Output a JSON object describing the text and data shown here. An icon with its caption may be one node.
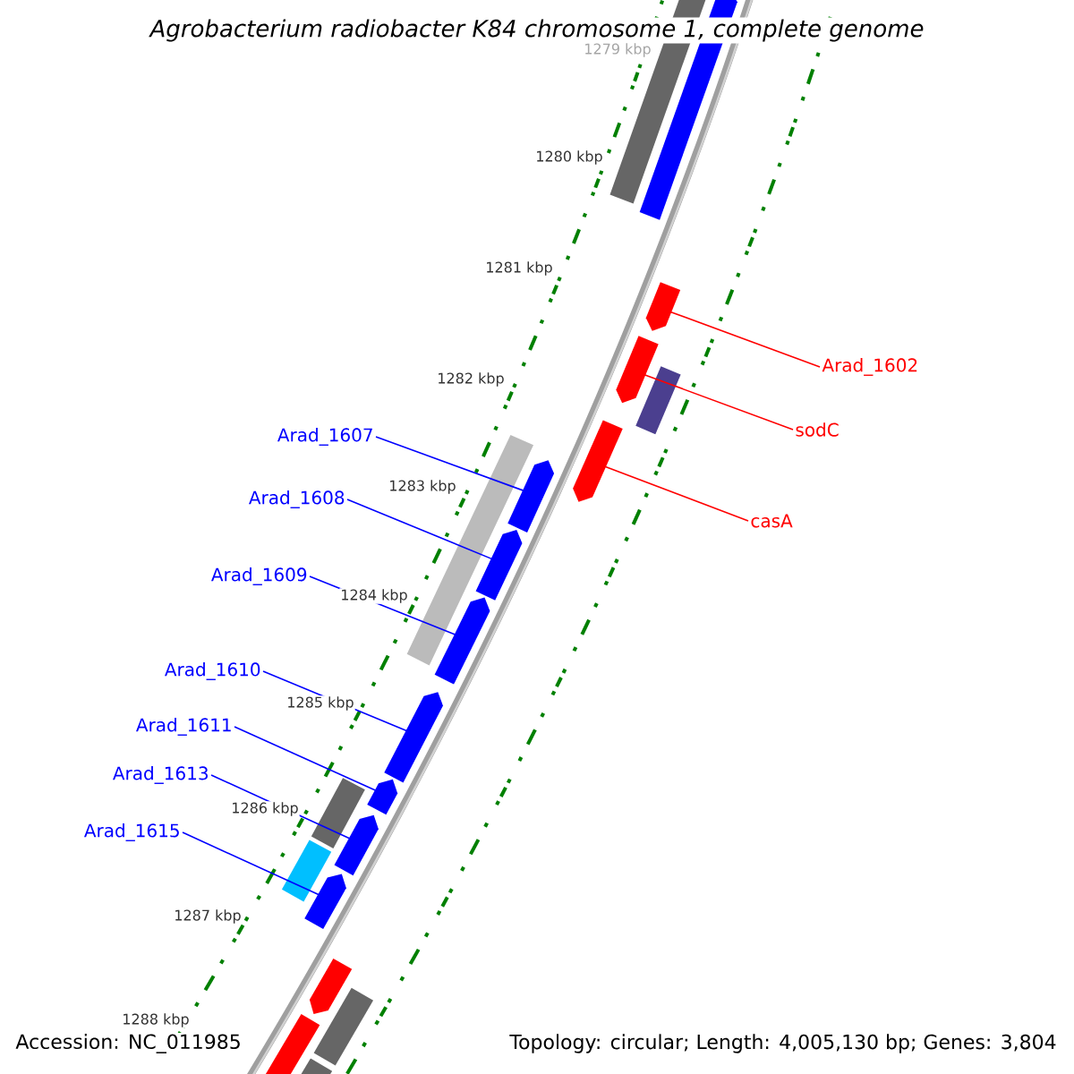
{
  "diagram": {
    "title": "Agrobacterium radiobacter K84 chromosome 1, complete genome",
    "nodes": [
      {
        "text": [
          "Arad_1602"
        ]
      },
      {
        "text": [
          "sodC"
        ]
      },
      {
        "text": [
          "Arad_1607"
        ]
      },
      {
        "text": [
          "Arad_1608"
        ]
      },
      {
        "text": [
          "casA"
        ]
      },
      {
        "text": [
          "Arad_1609"
        ]
      },
      {
        "text": [
          "Arad_1610"
        ]
      },
      {
        "text": [
          "Arad_1611"
        ]
      },
      {
        "text": [
          "Arad_1613"
        ]
      },
      {
        "text": [
          "Arad_1615"
        ]
      },
      {
        "text": [],
        "shape": "bar"
      },
      {
        "text": [],
        "shape": "pentagon"
      },
      {
        "text": [],
        "shape": "pentagon"
      },
      {
        "text": [],
        "shape": "pentagon"
      },
      {
        "text": [],
        "shape": "bar"
      },
      {
        "text": [],
        "shape": "pentagon"
      },
      {
        "text": [],
        "shape": "bar"
      },
      {
        "text": [],
        "shape": "pentagon"
      },
      {
        "text": [],
        "shape": "pentagon"
      },
      {
        "text": [],
        "shape": "pentagon"
      },
      {
        "text": [],
        "shape": "pentagon"
      },
      {
        "text": [],
        "shape": "pentagon"
      },
      {
        "text": [],
        "shape": "bar"
      },
      {
        "text": [],
        "shape": "pentagon"
      },
      {
        "text": [],
        "shape": "bar"
      },
      {
        "text": [],
        "shape": "pentagon"
      },
      {
        "text": [],
        "shape": "pentagon"
      },
      {
        "text": [],
        "shape": "bar"
      },
      {
        "text": [],
        "shape": "bar"
      },
      {
        "text": [],
        "shape": "bar"
      }
    ],
    "edges": [
      {
        "from": 0,
        "to": 12,
        "arrow": "none",
        "color": "#ff0000"
      },
      {
        "from": 1,
        "to": 13,
        "arrow": "none",
        "color": "#ff0000"
      },
      {
        "from": 2,
        "to": 17,
        "arrow": "none"
      },
      {
        "from": 3,
        "to": 18,
        "arrow": "none"
      },
      {
        "from": 4,
        "to": 15,
        "arrow": "none",
        "color": "#ff0000"
      },
      {
        "from": 5,
        "to": 19,
        "arrow": "none"
      },
      {
        "from": 6,
        "to": 20,
        "arrow": "none"
      },
      {
        "from": 7,
        "to": 21,
        "arrow": "none"
      },
      {
        "from": 8,
        "to": 23,
        "arrow": "none"
      },
      {
        "from": 9,
        "to": 25,
        "arrow": "none"
      }
    ],
    "labels": [
      "1279 kbp",
      "1280 kbp",
      "1281 kbp",
      "1282 kbp",
      "1283 kbp",
      "1284 kbp",
      "1285 kbp",
      "1286 kbp",
      "1287 kbp",
      "1288 kbp",
      "Accession: NC_011985",
      "Topology: circular; Length: 4,005,130 bp; Genes: 3,804"
    ]
  }
}
